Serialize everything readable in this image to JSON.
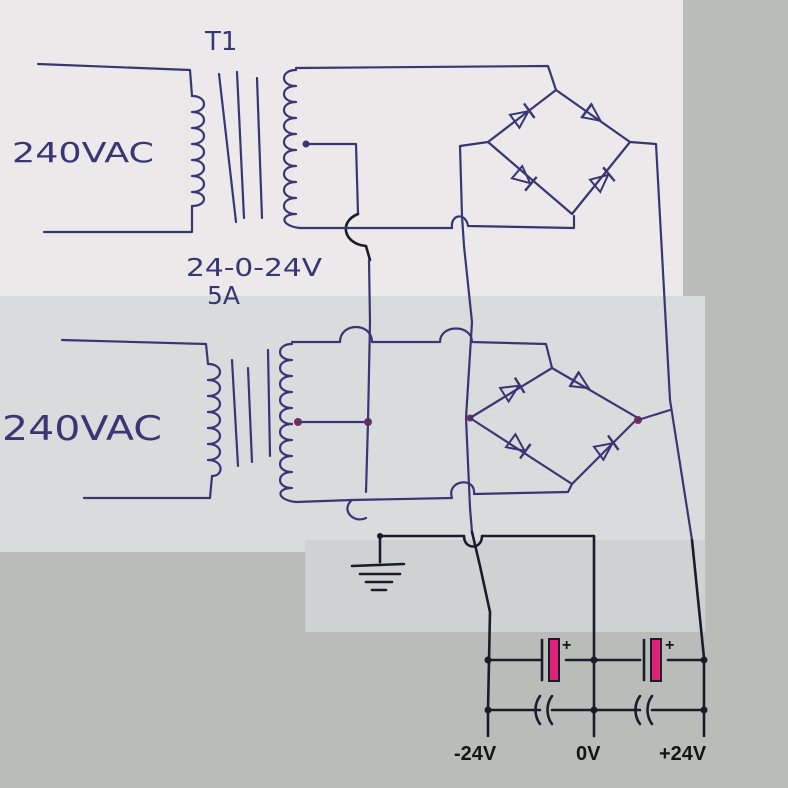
{
  "diagram": {
    "transformer_label": "T1",
    "upper_primary_label": "240VAC",
    "lower_primary_label": "240VAC",
    "secondary_rating": "24-0-24V",
    "current_rating": "5A",
    "capacitor_polarity": "+",
    "outputs": {
      "negative": "-24V",
      "ground": "0V",
      "positive": "+24V"
    },
    "colors": {
      "paper_upper": "#ebe9ea",
      "paper_lower": "#d9dcdc",
      "background": "#b9bcb9",
      "ink": "#3a3575",
      "capacitor_fill": "#e0217a"
    }
  }
}
